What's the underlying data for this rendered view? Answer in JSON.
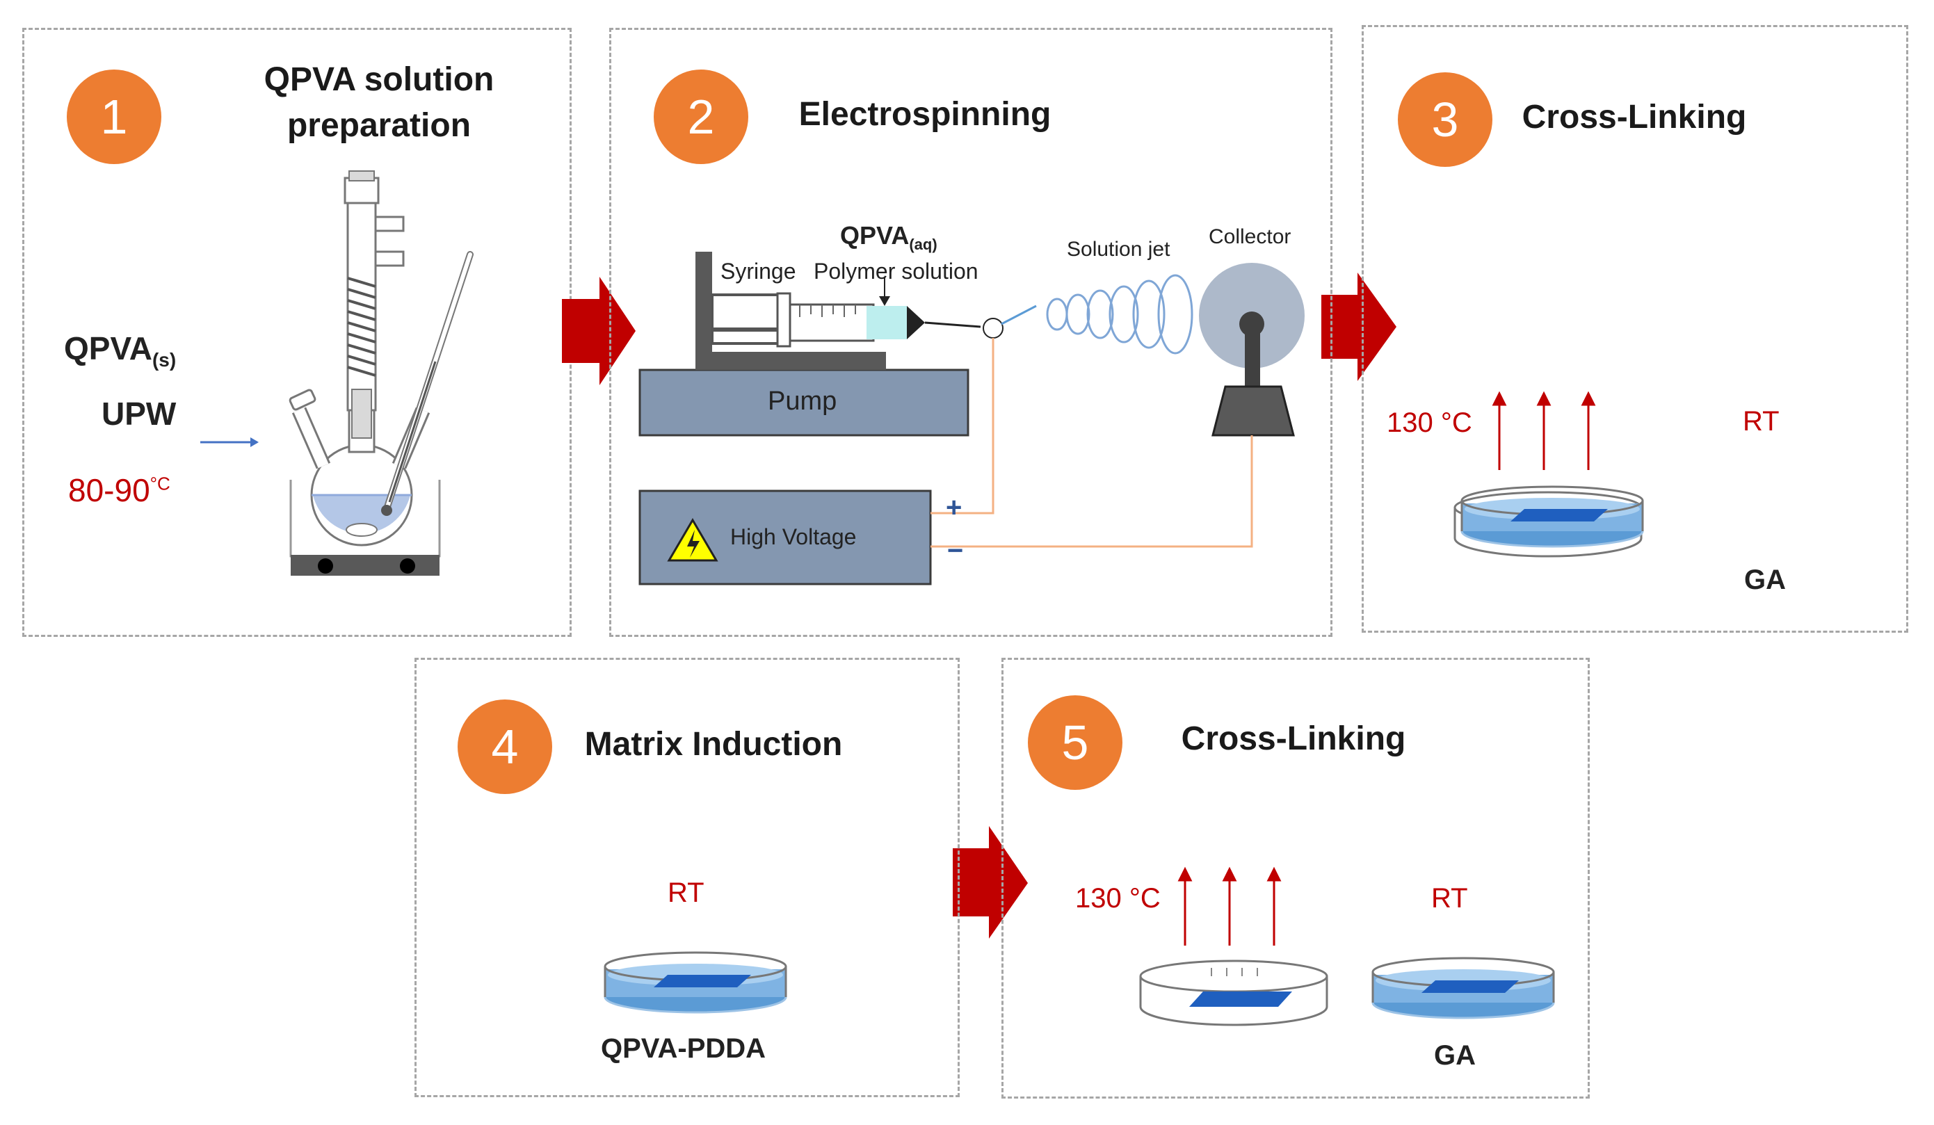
{
  "colors": {
    "step_circle": "#ed7d31",
    "arrow": "#c00000",
    "temperature_text": "#c00000",
    "panel_border": "#a6a6a6",
    "pump_fill": "#8497b0",
    "liquid": "#5b9bd5",
    "sample": "#1f5fbf"
  },
  "steps": [
    {
      "number": "1",
      "title_line1": "QPVA solution",
      "title_line2": "preparation",
      "inputs": {
        "qpva": "QPVA",
        "qpva_sub": "(s)",
        "upw": "UPW",
        "temp": "80-90",
        "temp_unit": "°C"
      }
    },
    {
      "number": "2",
      "title": "Electrospinning",
      "labels": {
        "qpva": "QPVA",
        "qpva_sub": "(aq)",
        "syringe": "Syringe",
        "polymer_solution": "Polymer solution",
        "solution_jet": "Solution jet",
        "collector": "Collector",
        "pump": "Pump",
        "high_voltage": "High Voltage",
        "plus": "+",
        "minus": "−"
      }
    },
    {
      "number": "3",
      "title": "Cross-Linking",
      "labels": {
        "heat": "130 °C",
        "rt": "RT",
        "ga": "GA"
      }
    },
    {
      "number": "4",
      "title": "Matrix Induction",
      "labels": {
        "rt": "RT",
        "product": "QPVA-PDDA"
      }
    },
    {
      "number": "5",
      "title": "Cross-Linking",
      "labels": {
        "heat": "130 °C",
        "rt": "RT",
        "ga": "GA"
      }
    }
  ],
  "icons": [
    "reflux-flask-icon",
    "thermometer-icon",
    "hot-plate-icon",
    "syringe-icon",
    "pump-icon",
    "high-voltage-warning-icon",
    "collector-drum-icon",
    "petri-dish-icon",
    "heat-arrow-icon",
    "process-arrow-icon"
  ]
}
